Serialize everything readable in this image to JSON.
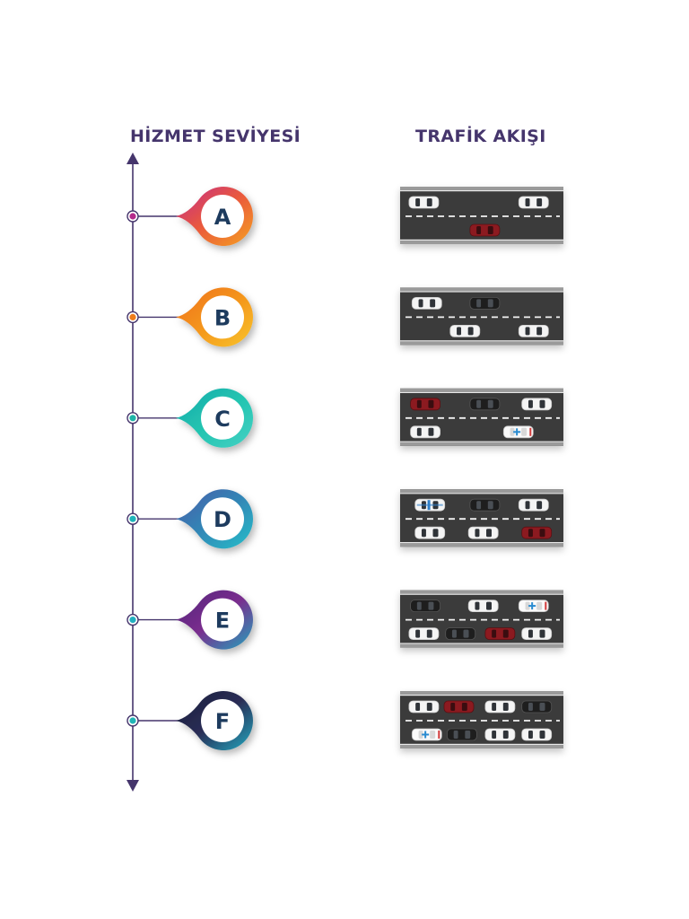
{
  "headings": {
    "service_level": "HİZMET SEVİYESİ",
    "traffic_flow": "TRAFİK AKIŞI"
  },
  "colors": {
    "heading": "#45356c",
    "axis": "#45356c",
    "letter": "#1d3b5e",
    "road": "#3a3a3a"
  },
  "levels": [
    {
      "letter": "A",
      "dot_color": "#b52a8c",
      "gradient": [
        "#c2298c",
        "#ea5a3c",
        "#f5a021"
      ]
    },
    {
      "letter": "B",
      "dot_color": "#ef7d1c",
      "gradient": [
        "#ee6f1e",
        "#f4951c",
        "#f8c42b"
      ]
    },
    {
      "letter": "C",
      "dot_color": "#1fb4a7",
      "gradient": [
        "#1aa9ac",
        "#22c4b0",
        "#45d1c4"
      ]
    },
    {
      "letter": "D",
      "dot_color": "#1fb4ba",
      "gradient": [
        "#4a5aa8",
        "#3286b6",
        "#27bfc9"
      ]
    },
    {
      "letter": "E",
      "dot_color": "#23b0c0",
      "gradient": [
        "#51287a",
        "#7a2d8e",
        "#23a4bd"
      ]
    },
    {
      "letter": "F",
      "dot_color": "#22b5b6",
      "gradient": [
        "#1a1e3c",
        "#2a2d55",
        "#22a9c0"
      ]
    }
  ],
  "traffic": [
    {
      "cars": [
        {
          "lane": 0,
          "pos": 0.12,
          "color": "white"
        },
        {
          "lane": 0,
          "pos": 0.84,
          "color": "white"
        },
        {
          "lane": 1,
          "pos": 0.52,
          "color": "red"
        }
      ]
    },
    {
      "cars": [
        {
          "lane": 0,
          "pos": 0.14,
          "color": "white"
        },
        {
          "lane": 0,
          "pos": 0.52,
          "color": "black"
        },
        {
          "lane": 1,
          "pos": 0.39,
          "color": "white"
        },
        {
          "lane": 1,
          "pos": 0.84,
          "color": "white"
        }
      ]
    },
    {
      "cars": [
        {
          "lane": 0,
          "pos": 0.13,
          "color": "red"
        },
        {
          "lane": 0,
          "pos": 0.52,
          "color": "black"
        },
        {
          "lane": 0,
          "pos": 0.86,
          "color": "white"
        },
        {
          "lane": 1,
          "pos": 0.13,
          "color": "white"
        },
        {
          "lane": 1,
          "pos": 0.74,
          "color": "ambulance"
        }
      ]
    },
    {
      "cars": [
        {
          "lane": 0,
          "pos": 0.16,
          "color": "police"
        },
        {
          "lane": 0,
          "pos": 0.52,
          "color": "black"
        },
        {
          "lane": 0,
          "pos": 0.84,
          "color": "white"
        },
        {
          "lane": 1,
          "pos": 0.16,
          "color": "white"
        },
        {
          "lane": 1,
          "pos": 0.51,
          "color": "white"
        },
        {
          "lane": 1,
          "pos": 0.86,
          "color": "red"
        }
      ]
    },
    {
      "cars": [
        {
          "lane": 0,
          "pos": 0.13,
          "color": "black"
        },
        {
          "lane": 0,
          "pos": 0.51,
          "color": "white"
        },
        {
          "lane": 0,
          "pos": 0.84,
          "color": "ambulance"
        },
        {
          "lane": 1,
          "pos": 0.12,
          "color": "white"
        },
        {
          "lane": 1,
          "pos": 0.36,
          "color": "black"
        },
        {
          "lane": 1,
          "pos": 0.62,
          "color": "red"
        },
        {
          "lane": 1,
          "pos": 0.86,
          "color": "white"
        }
      ]
    },
    {
      "cars": [
        {
          "lane": 0,
          "pos": 0.12,
          "color": "white"
        },
        {
          "lane": 0,
          "pos": 0.35,
          "color": "red"
        },
        {
          "lane": 0,
          "pos": 0.62,
          "color": "white"
        },
        {
          "lane": 0,
          "pos": 0.86,
          "color": "black"
        },
        {
          "lane": 1,
          "pos": 0.14,
          "color": "ambulance"
        },
        {
          "lane": 1,
          "pos": 0.37,
          "color": "black"
        },
        {
          "lane": 1,
          "pos": 0.62,
          "color": "white"
        },
        {
          "lane": 1,
          "pos": 0.86,
          "color": "white"
        }
      ]
    }
  ]
}
